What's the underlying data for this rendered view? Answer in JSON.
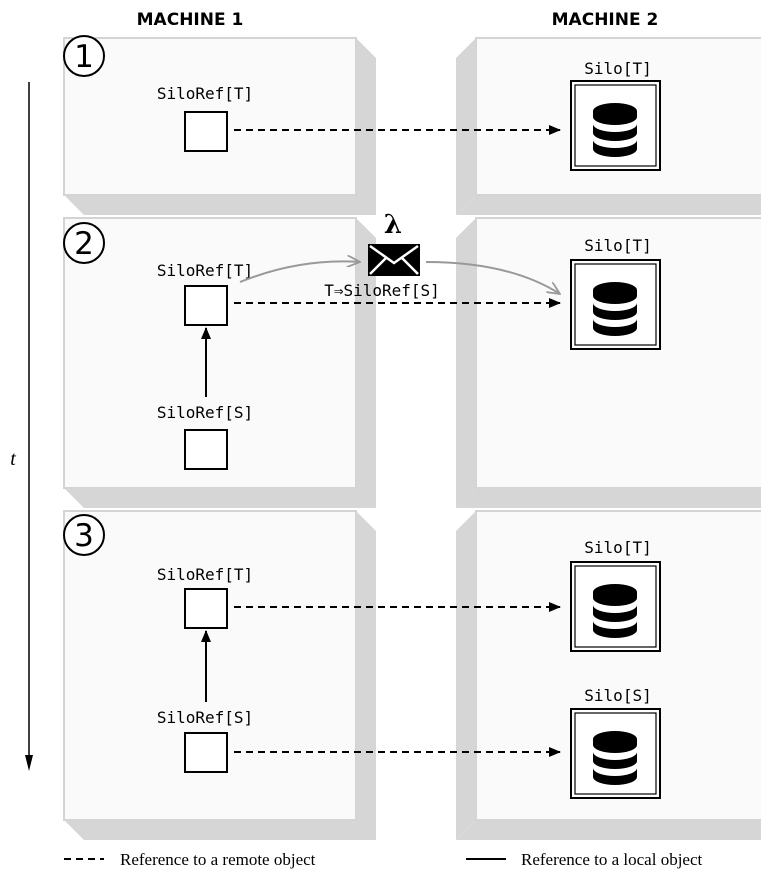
{
  "machines": [
    "MACHINE  1",
    "MACHINE  2"
  ],
  "time_label": "t",
  "steps": [
    "1",
    "2",
    "3"
  ],
  "steps_content": {
    "s1": {
      "ref_t": "SiloRef[T]",
      "silo_t": "Silo[T]"
    },
    "s2": {
      "ref_t": "SiloRef[T]",
      "ref_s": "SiloRef[S]",
      "silo_t": "Silo[T]",
      "lambda": "λ",
      "message": "T⇒SiloRef[S]"
    },
    "s3": {
      "ref_t": "SiloRef[T]",
      "ref_s": "SiloRef[S]",
      "silo_t": "Silo[T]",
      "silo_s": "Silo[S]"
    }
  },
  "legend": {
    "remote": "Reference to a remote object",
    "local": "Reference to a local object"
  },
  "colors": {
    "panel_fill": "#fafafa",
    "panel_border": "#d4d4d4",
    "shadow": "#d6d6d6",
    "remote_arrow": "#000000",
    "message_arrow": "#999999"
  }
}
